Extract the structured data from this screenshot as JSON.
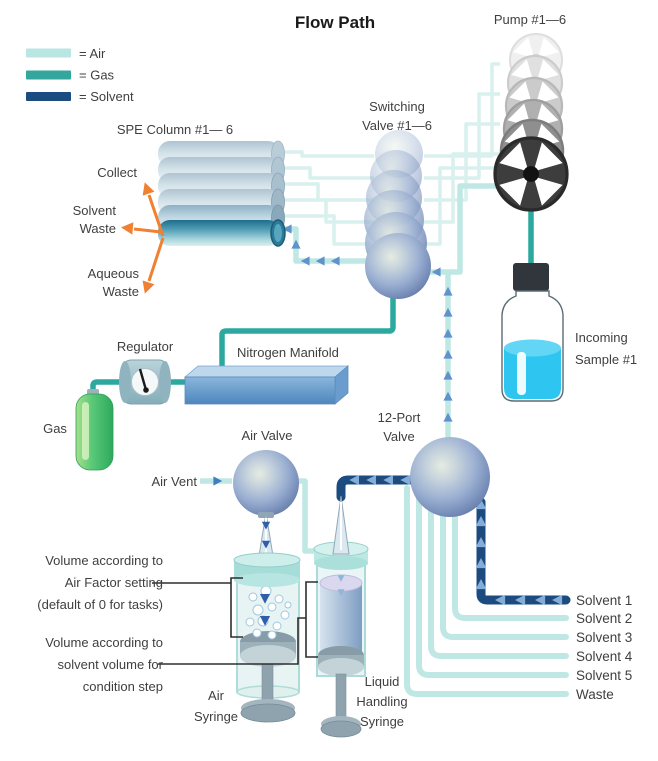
{
  "title": "Flow Path",
  "legend": [
    {
      "label": "= Air",
      "color": "#b9e6e3"
    },
    {
      "label": "= Gas",
      "color": "#33a79e"
    },
    {
      "label": "= Solvent",
      "color": "#1c4b7f"
    }
  ],
  "labels": {
    "pump": "Pump #1—6",
    "switching_valve_line1": "Switching",
    "switching_valve_line2": "Valve #1—6",
    "spe_column": "SPE Column #1— 6",
    "collect": "Collect",
    "solvent_waste_line1": "Solvent",
    "solvent_waste_line2": "Waste",
    "aqueous_waste_line1": "Aqueous",
    "aqueous_waste_line2": "Waste",
    "regulator": "Regulator",
    "nitrogen_manifold": "Nitrogen Manifold",
    "gas": "Gas",
    "incoming_sample_line1": "Incoming",
    "incoming_sample_line2": "Sample #1",
    "twelve_port_line1": "12-Port",
    "twelve_port_line2": "Valve",
    "air_valve": "Air Valve",
    "air_vent": "Air Vent",
    "air_syringe_line1": "Air",
    "air_syringe_line2": "Syringe",
    "liquid_syringe_line1": "Liquid",
    "liquid_syringe_line2": "Handling",
    "liquid_syringe_line3": "Syringe",
    "note_air_line1": "Volume according to",
    "note_air_line2": "Air Factor setting",
    "note_air_line3": "(default of 0 for tasks)",
    "note_solvent_line1": "Volume according to",
    "note_solvent_line2": "solvent volume for",
    "note_solvent_line3": "condition step"
  },
  "ports": [
    "Solvent 1",
    "Solvent 2",
    "Solvent 3",
    "Solvent 4",
    "Solvent 5",
    "Waste"
  ],
  "colors": {
    "air_line": "#bfe7e4",
    "gas_line": "#2ba89f",
    "solvent_line": "#1c4b7f",
    "waste_arrows": "#f08032",
    "flow_arrow_blue": "#5f93cb"
  }
}
